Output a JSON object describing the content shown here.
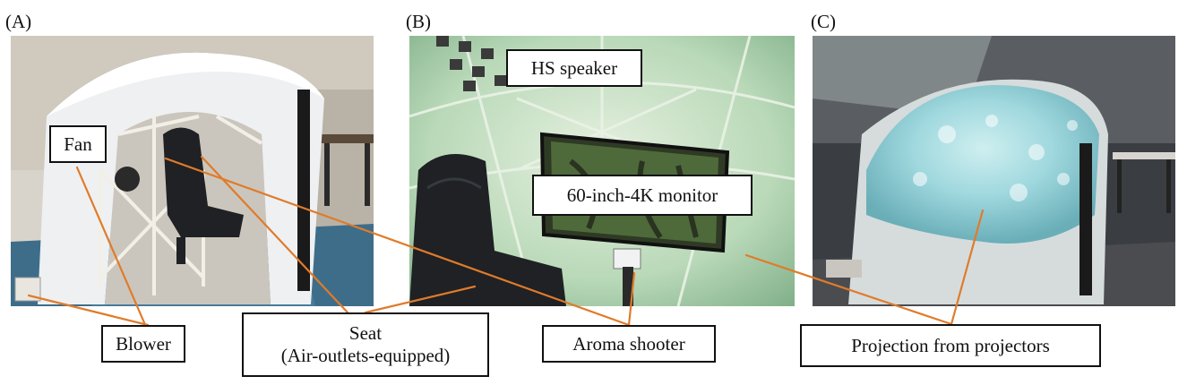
{
  "panels": [
    {
      "letter": "(A)"
    },
    {
      "letter": "(B)"
    },
    {
      "letter": "(C)"
    }
  ],
  "labels": {
    "fan": "Fan",
    "blower": "Blower",
    "hs_speaker": "HS speaker",
    "monitor": "60-inch-4K monitor",
    "seat_line1": "Seat",
    "seat_line2": "(Air-outlets-equipped)",
    "aroma_shooter": "Aroma shooter",
    "projection": "Projection from projectors"
  },
  "colors": {
    "leader": "#e07b2a",
    "box_border": "#111111",
    "cloth": "#eef0f2",
    "carpet": "#3e6d8a",
    "frame": "#f2efe6",
    "dome_green": "#b9d9b8",
    "dome_light": "#e6f0e0",
    "monitor": "#2f3a25",
    "seat": "#1f2124",
    "projection_cyan": "#9fd8de",
    "room_dark": "#3a3d42"
  }
}
